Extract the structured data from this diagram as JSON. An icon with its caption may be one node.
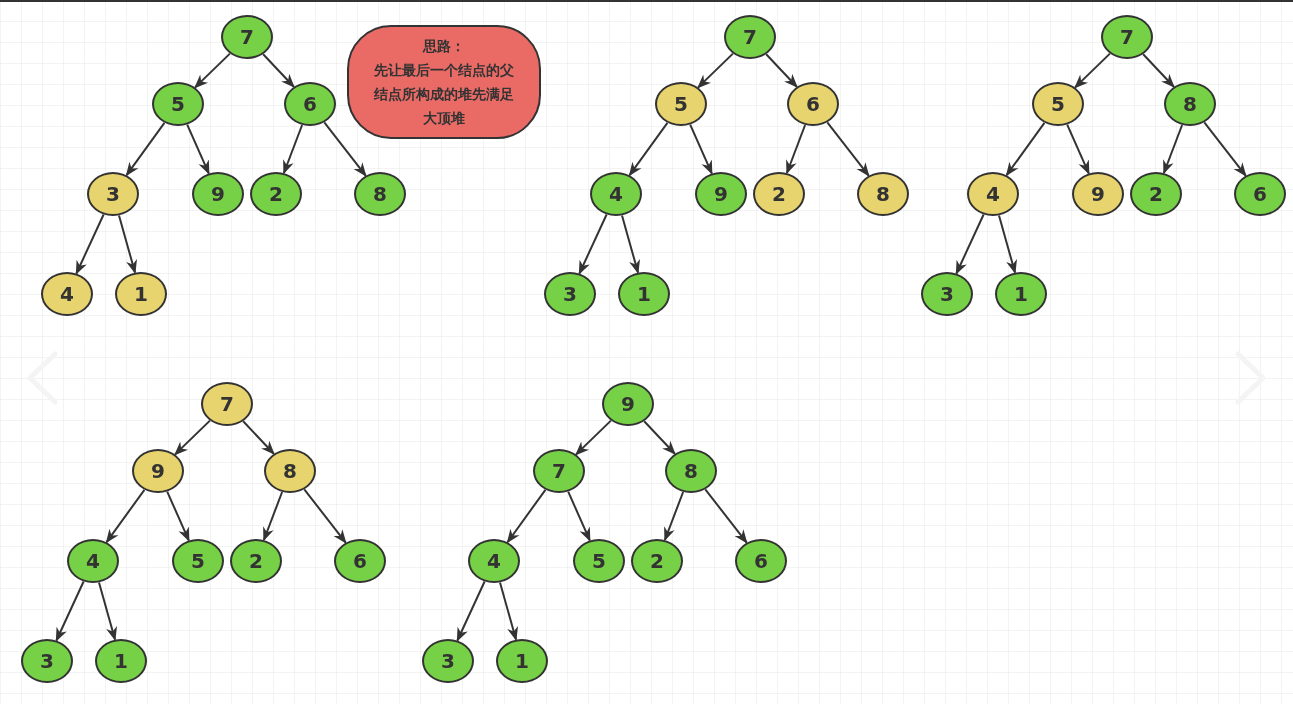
{
  "diagram": {
    "nodes": [
      {
        "text": [
          "7"
        ]
      },
      {
        "text": [
          "5"
        ]
      },
      {
        "text": [
          "6"
        ]
      },
      {
        "text": [
          "3"
        ]
      },
      {
        "text": [
          "9"
        ]
      },
      {
        "text": [
          "2"
        ]
      },
      {
        "text": [
          "8"
        ]
      },
      {
        "text": [
          "4"
        ]
      },
      {
        "text": [
          "1"
        ]
      },
      {
        "text": [
          "思路：",
          "先让最后一个结点的父结点所构成的堆先满足大顶堆"
        ]
      },
      {
        "text": [
          "7"
        ]
      },
      {
        "text": [
          "5"
        ]
      },
      {
        "text": [
          "6"
        ]
      },
      {
        "text": [
          "4"
        ]
      },
      {
        "text": [
          "9"
        ]
      },
      {
        "text": [
          "2"
        ]
      },
      {
        "text": [
          "8"
        ]
      },
      {
        "text": [
          "3"
        ]
      },
      {
        "text": [
          "1"
        ]
      },
      {
        "text": [
          "7"
        ]
      },
      {
        "text": [
          "5"
        ]
      },
      {
        "text": [
          "8"
        ]
      },
      {
        "text": [
          "4"
        ]
      },
      {
        "text": [
          "9"
        ]
      },
      {
        "text": [
          "2"
        ]
      },
      {
        "text": [
          "6"
        ]
      },
      {
        "text": [
          "3"
        ]
      },
      {
        "text": [
          "1"
        ]
      },
      {
        "text": [
          "7"
        ]
      },
      {
        "text": [
          "9"
        ]
      },
      {
        "text": [
          "8"
        ]
      },
      {
        "text": [
          "4"
        ]
      },
      {
        "text": [
          "5"
        ]
      },
      {
        "text": [
          "2"
        ]
      },
      {
        "text": [
          "6"
        ]
      },
      {
        "text": [
          "3"
        ]
      },
      {
        "text": [
          "1"
        ]
      },
      {
        "text": [
          "9"
        ]
      },
      {
        "text": [
          "7"
        ]
      },
      {
        "text": [
          "8"
        ]
      },
      {
        "text": [
          "4"
        ]
      },
      {
        "text": [
          "5"
        ]
      },
      {
        "text": [
          "2"
        ]
      },
      {
        "text": [
          "6"
        ]
      },
      {
        "text": [
          "3"
        ]
      },
      {
        "text": [
          "1"
        ]
      }
    ],
    "edges": [
      {
        "from": 0,
        "to": 1,
        "arrow": "to"
      },
      {
        "from": 0,
        "to": 2,
        "arrow": "to"
      },
      {
        "from": 1,
        "to": 3,
        "arrow": "to"
      },
      {
        "from": 1,
        "to": 4,
        "arrow": "to"
      },
      {
        "from": 2,
        "to": 5,
        "arrow": "to"
      },
      {
        "from": 2,
        "to": 6,
        "arrow": "to"
      },
      {
        "from": 3,
        "to": 7,
        "arrow": "to"
      },
      {
        "from": 3,
        "to": 8,
        "arrow": "to"
      },
      {
        "from": 10,
        "to": 11,
        "arrow": "to"
      },
      {
        "from": 10,
        "to": 12,
        "arrow": "to"
      },
      {
        "from": 11,
        "to": 13,
        "arrow": "to"
      },
      {
        "from": 11,
        "to": 14,
        "arrow": "to"
      },
      {
        "from": 12,
        "to": 15,
        "arrow": "to"
      },
      {
        "from": 12,
        "to": 16,
        "arrow": "to"
      },
      {
        "from": 13,
        "to": 17,
        "arrow": "to"
      },
      {
        "from": 13,
        "to": 18,
        "arrow": "to"
      },
      {
        "from": 19,
        "to": 20,
        "arrow": "to"
      },
      {
        "from": 19,
        "to": 21,
        "arrow": "to"
      },
      {
        "from": 20,
        "to": 22,
        "arrow": "to"
      },
      {
        "from": 20,
        "to": 23,
        "arrow": "to"
      },
      {
        "from": 21,
        "to": 24,
        "arrow": "to"
      },
      {
        "from": 21,
        "to": 25,
        "arrow": "to"
      },
      {
        "from": 22,
        "to": 26,
        "arrow": "to"
      },
      {
        "from": 22,
        "to": 27,
        "arrow": "to"
      },
      {
        "from": 28,
        "to": 29,
        "arrow": "to"
      },
      {
        "from": 28,
        "to": 30,
        "arrow": "to"
      },
      {
        "from": 29,
        "to": 31,
        "arrow": "to"
      },
      {
        "from": 29,
        "to": 32,
        "arrow": "to"
      },
      {
        "from": 30,
        "to": 33,
        "arrow": "to"
      },
      {
        "from": 30,
        "to": 34,
        "arrow": "to"
      },
      {
        "from": 31,
        "to": 35,
        "arrow": "to"
      },
      {
        "from": 31,
        "to": 36,
        "arrow": "to"
      },
      {
        "from": 37,
        "to": 38,
        "arrow": "to"
      },
      {
        "from": 37,
        "to": 39,
        "arrow": "to"
      },
      {
        "from": 38,
        "to": 40,
        "arrow": "to"
      },
      {
        "from": 38,
        "to": 41,
        "arrow": "to"
      },
      {
        "from": 39,
        "to": 42,
        "arrow": "to"
      },
      {
        "from": 39,
        "to": 43,
        "arrow": "to"
      },
      {
        "from": 40,
        "to": 44,
        "arrow": "to"
      },
      {
        "from": 40,
        "to": 45,
        "arrow": "to"
      }
    ]
  }
}
